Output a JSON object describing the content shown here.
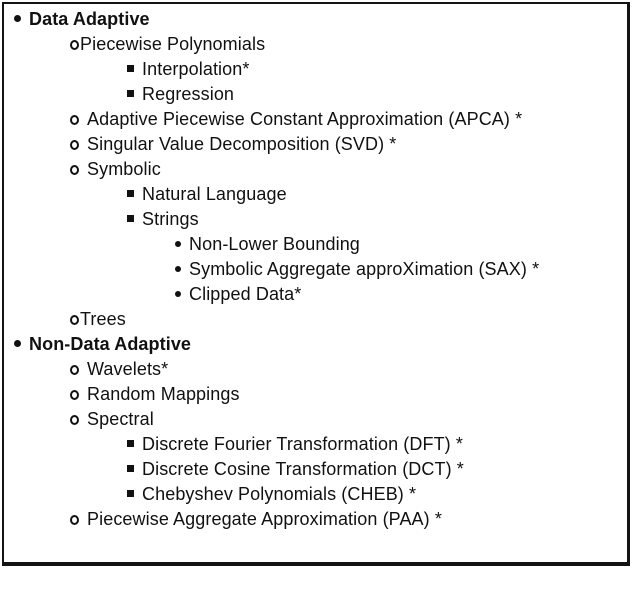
{
  "figure": {
    "background_color": "#ffffff",
    "border_color": "#141414",
    "text_color": "#111111",
    "bullet_glyphs": {
      "disc-bullet-icon": "•",
      "circle-bullet-icon": "o",
      "square-bullet-icon": "▪"
    }
  },
  "list": {
    "items": [
      {
        "level": 1,
        "bullet": "disc",
        "bold": true,
        "gap": true,
        "label": "Data Adaptive"
      },
      {
        "level": 2,
        "bullet": "circle",
        "bold": false,
        "gap": false,
        "label": "Piecewise Polynomials"
      },
      {
        "level": 3,
        "bullet": "square",
        "bold": false,
        "gap": true,
        "label": "Interpolation*"
      },
      {
        "level": 3,
        "bullet": "square",
        "bold": false,
        "gap": true,
        "label": "Regression"
      },
      {
        "level": 2,
        "bullet": "circle",
        "bold": false,
        "gap": true,
        "label": "Adaptive Piecewise Constant Approximation (APCA) *"
      },
      {
        "level": 2,
        "bullet": "circle",
        "bold": false,
        "gap": true,
        "label": "Singular Value Decomposition (SVD) *"
      },
      {
        "level": 2,
        "bullet": "circle",
        "bold": false,
        "gap": true,
        "label": "Symbolic"
      },
      {
        "level": 3,
        "bullet": "square",
        "bold": false,
        "gap": true,
        "label": "Natural Language"
      },
      {
        "level": 3,
        "bullet": "square",
        "bold": false,
        "gap": true,
        "label": "Strings"
      },
      {
        "level": 4,
        "bullet": "disc",
        "bold": false,
        "gap": true,
        "label": "Non-Lower Bounding"
      },
      {
        "level": 4,
        "bullet": "disc",
        "bold": false,
        "gap": true,
        "label": "Symbolic Aggregate approXimation (SAX) *"
      },
      {
        "level": 4,
        "bullet": "disc",
        "bold": false,
        "gap": true,
        "label": "Clipped Data*"
      },
      {
        "level": 2,
        "bullet": "circle",
        "bold": false,
        "gap": false,
        "label": "Trees"
      },
      {
        "level": 1,
        "bullet": "disc",
        "bold": true,
        "gap": true,
        "label": "Non-Data Adaptive"
      },
      {
        "level": 2,
        "bullet": "circle",
        "bold": false,
        "gap": true,
        "label": "Wavelets*"
      },
      {
        "level": 2,
        "bullet": "circle",
        "bold": false,
        "gap": true,
        "label": "Random Mappings"
      },
      {
        "level": 2,
        "bullet": "circle",
        "bold": false,
        "gap": true,
        "label": "Spectral"
      },
      {
        "level": 3,
        "bullet": "square",
        "bold": false,
        "gap": true,
        "label": "Discrete Fourier Transformation (DFT) *"
      },
      {
        "level": 3,
        "bullet": "square",
        "bold": false,
        "gap": true,
        "label": "Discrete Cosine Transformation (DCT) *"
      },
      {
        "level": 3,
        "bullet": "square",
        "bold": false,
        "gap": true,
        "label": "Chebyshev Polynomials (CHEB) *"
      },
      {
        "level": 2,
        "bullet": "circle",
        "bold": false,
        "gap": true,
        "label": "Piecewise Aggregate Approximation (PAA) *"
      }
    ]
  }
}
